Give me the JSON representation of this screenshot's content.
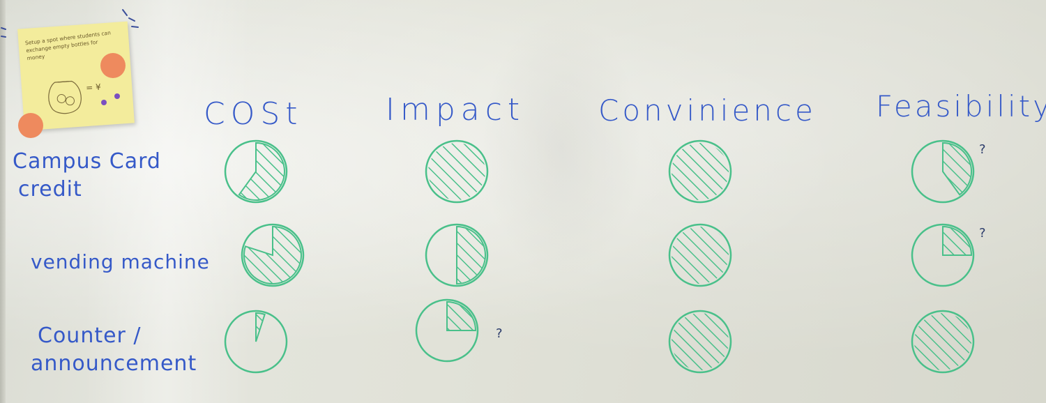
{
  "board": {
    "columns": [
      "COSt",
      "Impact",
      "Convinience",
      "Feasibility"
    ],
    "rows": [
      {
        "label_lines": [
          "Campus Card",
          "credit"
        ],
        "ratings": [
          {
            "fill_fraction": 0.6,
            "question_mark": ""
          },
          {
            "fill_fraction": 1.0,
            "question_mark": ""
          },
          {
            "fill_fraction": 1.0,
            "question_mark": ""
          },
          {
            "fill_fraction": 0.4,
            "question_mark": "?"
          }
        ]
      },
      {
        "label_lines": [
          "vending machine"
        ],
        "ratings": [
          {
            "fill_fraction": 0.8,
            "question_mark": ""
          },
          {
            "fill_fraction": 0.5,
            "question_mark": ""
          },
          {
            "fill_fraction": 1.0,
            "question_mark": ""
          },
          {
            "fill_fraction": 0.25,
            "question_mark": "?"
          }
        ]
      },
      {
        "label_lines": [
          "Counter /",
          "announcement"
        ],
        "ratings": [
          {
            "fill_fraction": 0.05,
            "question_mark": ""
          },
          {
            "fill_fraction": 0.25,
            "question_mark": "?"
          },
          {
            "fill_fraction": 1.0,
            "question_mark": ""
          },
          {
            "fill_fraction": 1.0,
            "question_mark": ""
          }
        ]
      }
    ]
  },
  "sticky_note": {
    "text": "Setup a spot where students can exchange empty bottles for money",
    "sketch_label": "= ¥"
  },
  "colors": {
    "marker_blue": "#3559c8",
    "marker_green": "#49c08a",
    "sticky_yellow": "#f3ec9c",
    "dot_orange": "#ee8a5e",
    "dot_purple": "#7b4fc0"
  }
}
